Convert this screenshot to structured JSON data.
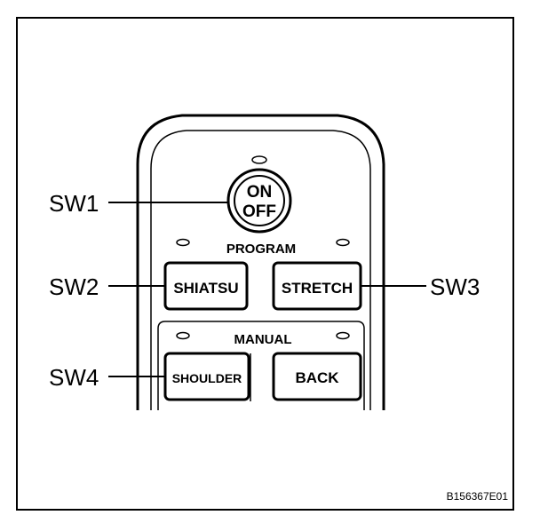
{
  "labels": {
    "sw1": "SW1",
    "sw2": "SW2",
    "sw3": "SW3",
    "sw4": "SW4"
  },
  "remote": {
    "power_button": {
      "line1": "ON",
      "line2": "OFF"
    },
    "program_section": {
      "title": "PROGRAM",
      "buttons": [
        "SHIATSU",
        "STRETCH"
      ]
    },
    "manual_section": {
      "title": "MANUAL",
      "buttons": [
        "SHOULDER",
        "BACK"
      ]
    }
  },
  "figure_code": "B156367E01"
}
